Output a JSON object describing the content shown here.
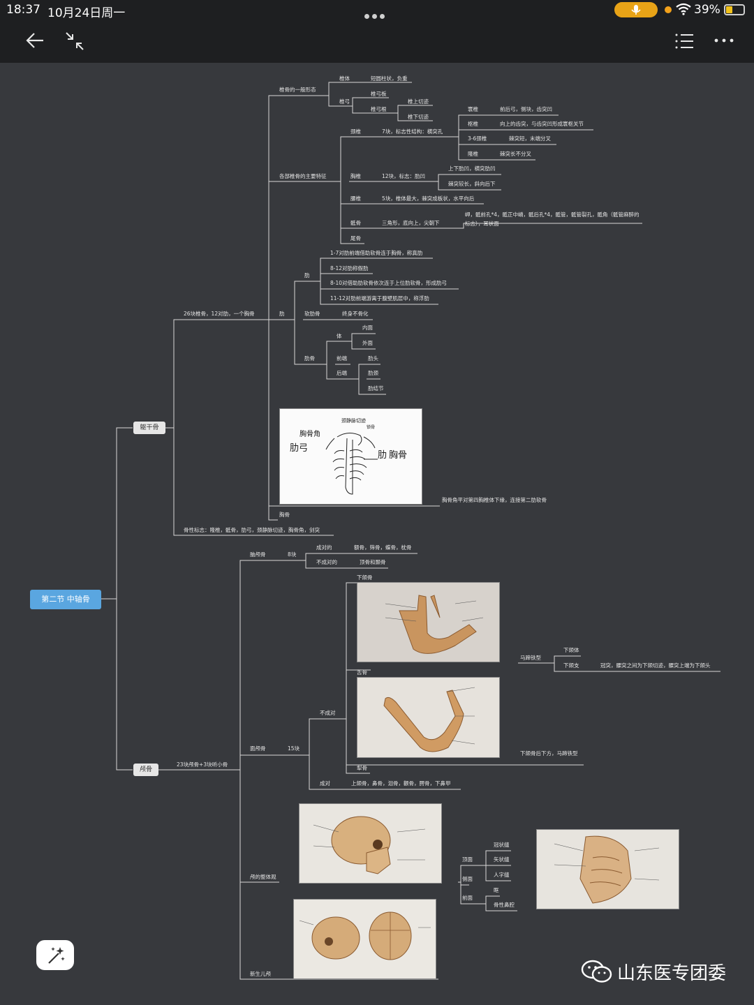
{
  "status_bar": {
    "time": "18:37",
    "date": "10月24日周一",
    "battery_percent": "39%",
    "battery_level": 0.39,
    "icons": [
      "more-dots-icon",
      "microphone-icon",
      "wifi-icon",
      "battery-icon"
    ]
  },
  "toolbar": {
    "icons": [
      "back-arrow-icon",
      "collapse-icon",
      "outline-list-icon",
      "more-icon"
    ]
  },
  "mindmap": {
    "root": "第二节 中轴骨",
    "trunk": {
      "label": "躯干骨",
      "summary": "26块椎骨，12对肋，一个胸骨",
      "vertebra_general": "椎骨的一般形态",
      "body": "椎体",
      "body_desc": "短圆柱状，负重",
      "arch": "椎弓",
      "lamina": "椎弓板",
      "pedicle": "椎弓根",
      "sup_notch": "椎上切迹",
      "inf_notch": "椎下切迹",
      "features": "各部椎骨的主要特征",
      "cervical": "颈椎",
      "cervical_desc": "7块，标志性结构：横突孔",
      "atlas": "寰椎",
      "atlas_desc": "前后弓，侧块，齿突凹",
      "axis": "枢椎",
      "axis_desc": "向上的齿突，与齿突凹形成寰枢关节",
      "c36": "3-6颈椎",
      "c36_desc": "棘突短，末端分叉",
      "c7": "隆椎",
      "c7_desc": "棘突长不分叉",
      "thoracic": "胸椎",
      "thoracic_desc": "12块，标志：肋凹",
      "thoracic_a": "上下肋凹，横突肋凹",
      "thoracic_b": "棘突较长，斜向后下",
      "lumbar": "腰椎",
      "lumbar_desc": "5块，椎体最大，棘突成板状，水平向后",
      "sacrum": "骶骨",
      "sacrum_desc": "三角形，底向上，尖朝下",
      "sacrum_detail": "岬，骶前孔*4，骶正中嵴，骶后孔*4，骶管，骶管裂孔，骶角（骶管麻醉的标志），耳状面",
      "coccyx": "尾骨",
      "rib_group": "肋",
      "rib": "肋",
      "rib_true": "1-7对肋前端借助软骨连于胸骨，称真肋",
      "rib_false": "8-12对肋称假肋",
      "rib_arch": "8-10对借助肋软骨依次连于上位肋软骨，形成肋弓",
      "rib_float": "11-12对肋前端游离于腹壁肌层中，称浮肋",
      "cartilage": "软肋骨",
      "cartilage_desc": "终身不骨化",
      "rib_bone": "肋骨",
      "rib_body": "体",
      "inner": "内面",
      "outer": "外面",
      "front_end": "前端",
      "back_end": "后端",
      "head": "肋头",
      "neck": "肋颈",
      "tubercle": "肋结节",
      "sternal_angle": "胸骨角平对第四胸椎体下缘，连接第二肋软骨",
      "sternum": "胸骨",
      "landmarks": "骨性标志：隆椎，骶骨，肋弓，颈静脉切迹，胸骨角，剑突",
      "sketch_labels": [
        "颈静脉切迹",
        "锁骨",
        "胸骨角",
        "肋弓",
        "肋",
        "胸骨"
      ]
    },
    "skull": {
      "label": "颅骨",
      "summary": "23块颅骨+3块听小骨",
      "cranial": "脑颅骨",
      "cranial_count": "8块",
      "paired": "成对的",
      "paired_desc": "额骨，筛骨，蝶骨，枕骨",
      "unpaired": "不成对的",
      "unpaired_desc": "顶骨和颞骨",
      "mandible": "下颌骨",
      "horseshoe": "马蹄铁型",
      "mandible_body": "下颌体",
      "mandible_ramus": "下颌支",
      "ramus_desc": "冠突，髁突之间为下颌切迹，髁突上端为下颌头",
      "hyoid": "舌骨",
      "hyoid_desc": "下颌骨后下方，马蹄铁型",
      "unpaired2": "不成对",
      "vomer": "犁骨",
      "facial": "面颅骨",
      "facial_count": "15块",
      "paired2": "成对",
      "paired2_desc": "上颌骨，鼻骨，泪骨，颧骨，腭骨，下鼻甲",
      "whole": "颅的整体观",
      "top": "顶面",
      "coronal": "冠状缝",
      "sagittal": "矢状缝",
      "lambdoid": "人字缝",
      "side": "侧面",
      "front": "前面",
      "orbit": "眶",
      "nasal": "骨性鼻腔",
      "newborn": "新生儿颅"
    }
  },
  "watermark": {
    "text": "山东医专团委"
  }
}
